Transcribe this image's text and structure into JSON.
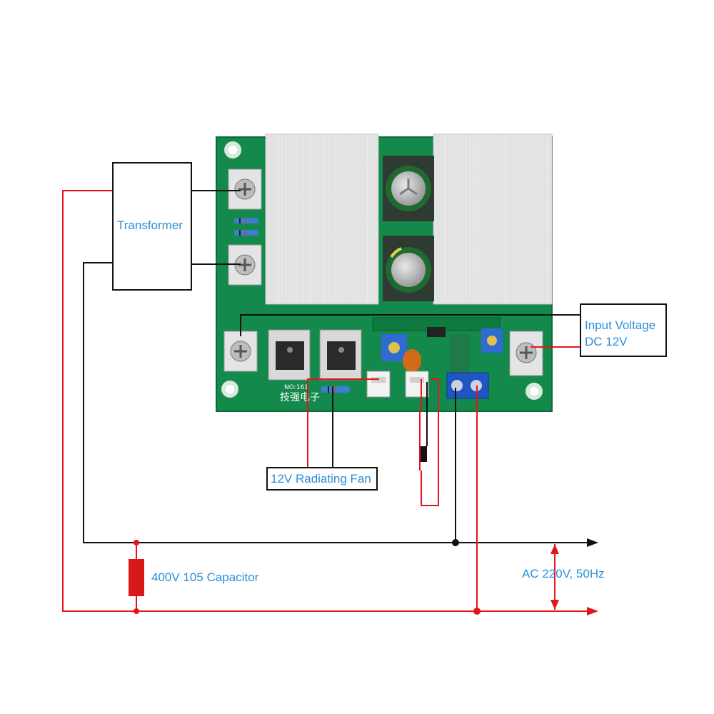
{
  "labels": {
    "transformer": "Transformer",
    "input_voltage_line1": "Input Voltage",
    "input_voltage_line2": "DC 12V",
    "fan": "12V Radiating Fan",
    "capacitor": "400V 105 Capacitor",
    "ac_output": "AC 220V, 50Hz"
  },
  "pcb_silkscreen": {
    "brand": "技强电子",
    "model": "NO:161"
  },
  "colors": {
    "label_text": "#2b8fd6",
    "wire_red": "#e3151b",
    "wire_black": "#111111",
    "pcb_green": "#138a4c",
    "heatsink": "#e6e6e6",
    "capacitor_body": "#d91818"
  }
}
